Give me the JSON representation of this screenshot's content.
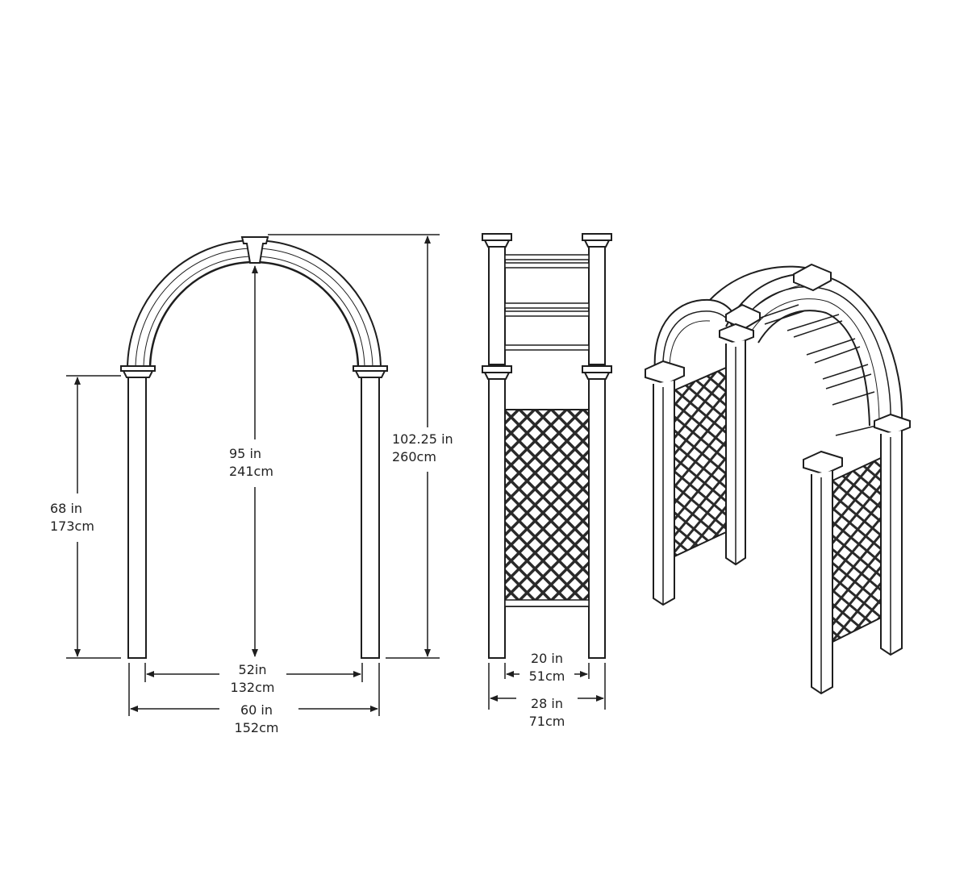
{
  "colors": {
    "line": "#1e1e1e",
    "background": "#ffffff"
  },
  "front_view": {
    "post_height": {
      "in": "68 in",
      "cm": "173cm"
    },
    "inner_height": {
      "in": "95 in",
      "cm": "241cm"
    },
    "total_height": {
      "in": "102.25 in",
      "cm": "260cm"
    },
    "inner_width": {
      "in": "52in",
      "cm": "132cm"
    },
    "outer_width": {
      "in": "60 in",
      "cm": "152cm"
    }
  },
  "side_view": {
    "inner_depth": {
      "in": "20 in",
      "cm": "51cm"
    },
    "outer_depth": {
      "in": "28 in",
      "cm": "71cm"
    }
  }
}
